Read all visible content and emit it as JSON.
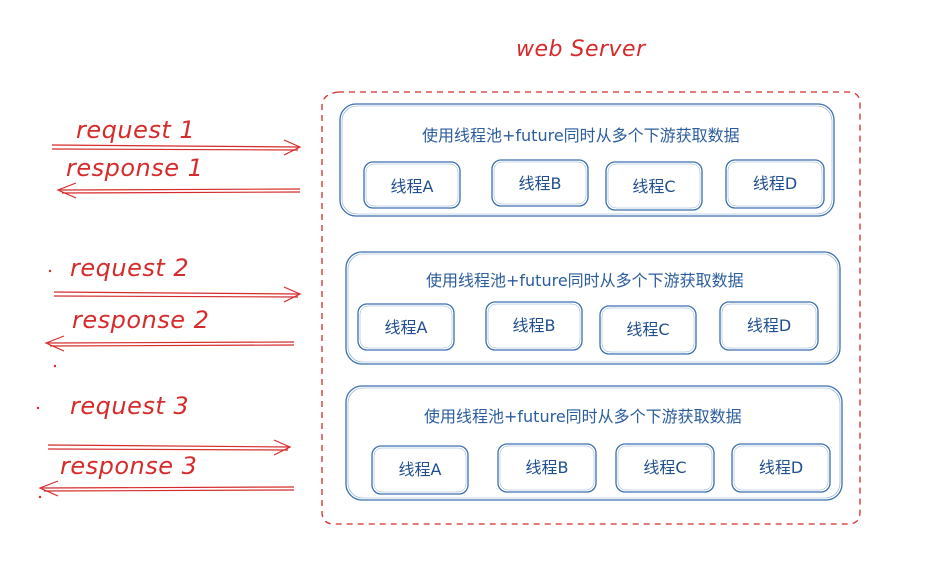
{
  "server": {
    "title": "web Server"
  },
  "groups": [
    {
      "request_label": "request 1",
      "response_label": "response 1",
      "pool_text": "使用线程池+future同时从多个下游获取数据",
      "threads": [
        "线程A",
        "线程B",
        "线程C",
        "线程D"
      ]
    },
    {
      "request_label": "request 2",
      "response_label": "response 2",
      "pool_text": "使用线程池+future同时从多个下游获取数据",
      "threads": [
        "线程A",
        "线程B",
        "线程C",
        "线程D"
      ]
    },
    {
      "request_label": "request 3",
      "response_label": "response 3",
      "pool_text": "使用线程池+future同时从多个下游获取数据",
      "threads": [
        "线程A",
        "线程B",
        "线程C",
        "线程D"
      ]
    }
  ],
  "colors": {
    "red": "#d62b2b",
    "blue": "#3a6fb0",
    "blue_text": "#2a5d9e"
  }
}
